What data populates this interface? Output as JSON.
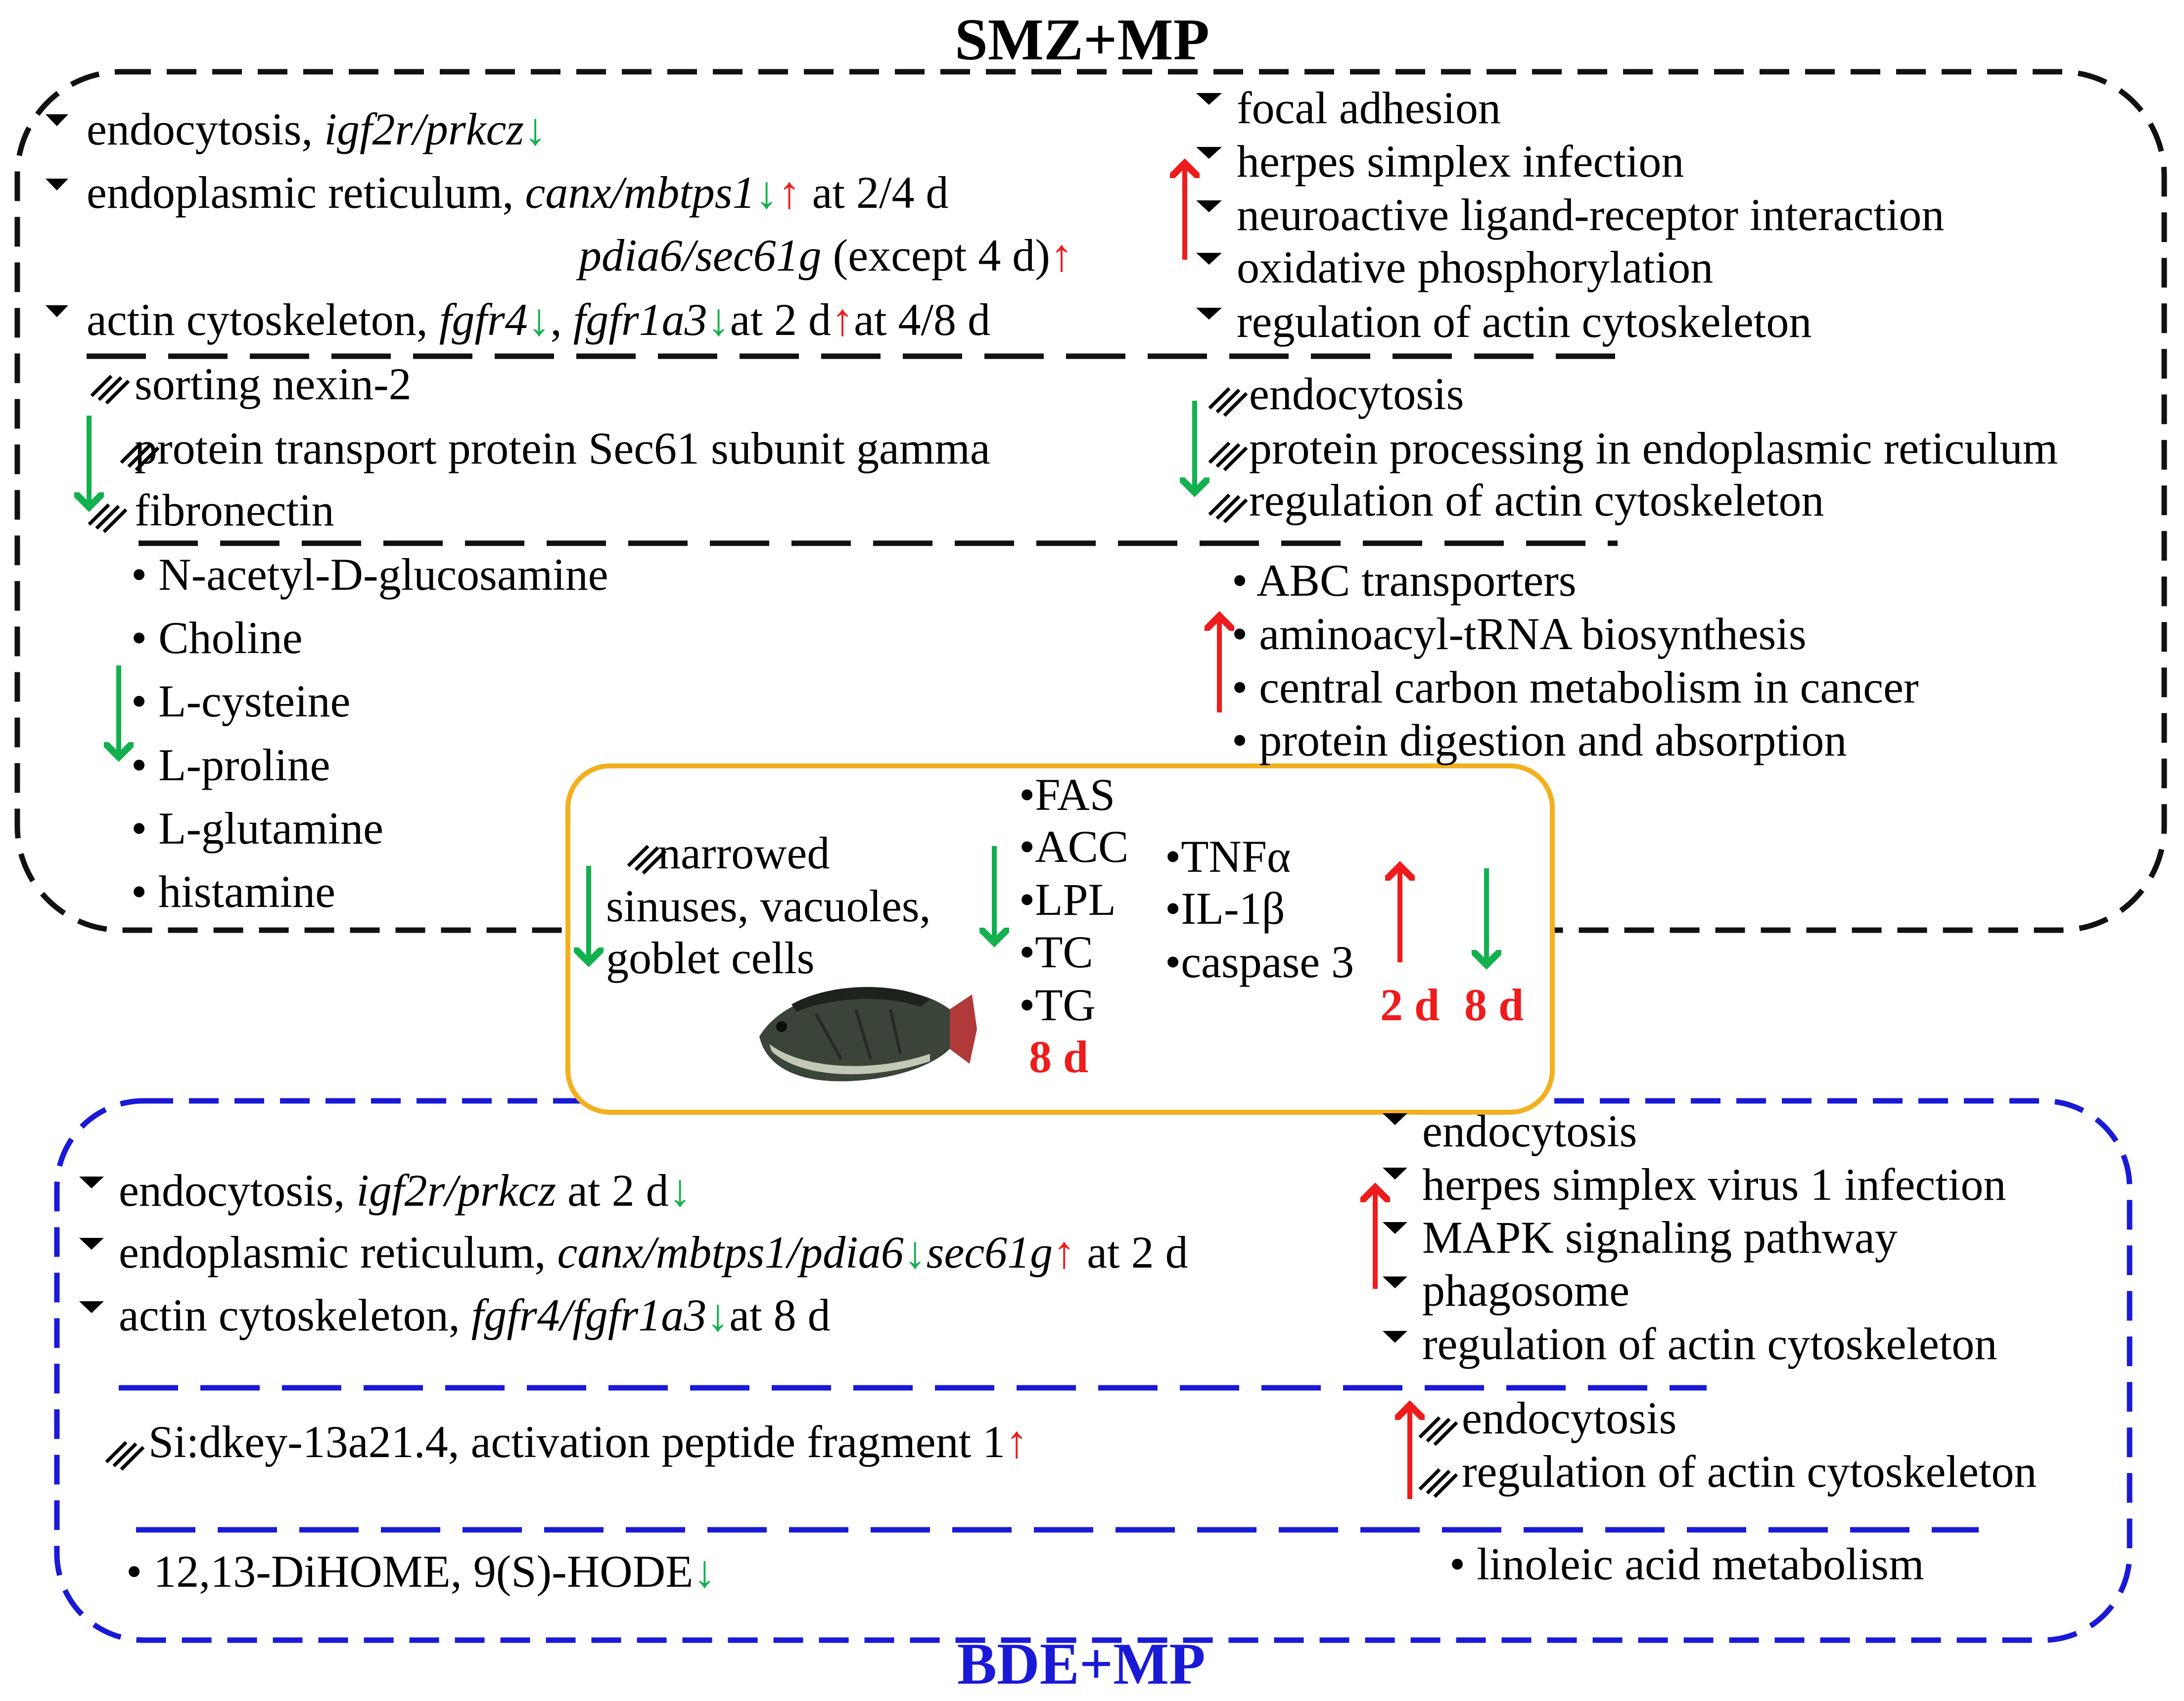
{
  "titles": {
    "top": "SMZ+MP",
    "bottom": "BDE+MP"
  },
  "colors": {
    "red": "#ee1c1c",
    "green": "#13b04e",
    "top_box": "#111111",
    "bottom_box": "#1a1ad6",
    "center_box": "#f2b01e"
  },
  "smz": {
    "left": {
      "endocytosis": {
        "prefix": "endocytosis, ",
        "genes": "igf2r/prkcz",
        "arrow": "↓"
      },
      "er": {
        "prefix": "endoplasmic reticulum, ",
        "genes1": "canx/mbtps1",
        "arrow1": "↓",
        "arrow2": "↑",
        "suffix1": " at 2/4 d",
        "genes2": "pdia6/sec61g",
        "suffix2": " (except 4 d)",
        "arrow3": "↑"
      },
      "actin": {
        "prefix": "actin cytoskeleton, ",
        "gene1": "fgfr4",
        "arrow1": "↓",
        "comma": ", ",
        "gene2": "fgfr1a3",
        "arrow2": "↓",
        "mid": "at 2 d",
        "arrow3": "↑",
        "suffix": "at 4/8 d"
      }
    },
    "right_pathways": [
      "focal adhesion",
      "herpes simplex infection",
      "neuroactive ligand-receptor interaction",
      "oxidative phosphorylation",
      "regulation of actin cytoskeleton"
    ],
    "proteins_left": [
      "sorting nexin-2",
      "protein transport protein Sec61 subunit gamma",
      "fibronectin"
    ],
    "proteins_right": [
      "endocytosis",
      "protein processing in endoplasmic reticulum",
      "regulation of actin cytoskeleton"
    ],
    "metabolites_left": [
      "N-acetyl-D-glucosamine",
      "Choline",
      "L-cysteine",
      "L-proline",
      "L-glutamine",
      "histamine"
    ],
    "metabolites_right": [
      "ABC transporters",
      "aminoacyl-tRNA biosynthesis",
      "central carbon metabolism in cancer",
      "protein digestion and absorption"
    ]
  },
  "center": {
    "histology": [
      "narrowed",
      "sinuses, vacuoles,",
      "goblet cells"
    ],
    "lipid_markers": [
      "FAS",
      "ACC",
      "LPL",
      "TC",
      "TG"
    ],
    "lipid_time": "8 d",
    "inflammation_markers": [
      "TNFα",
      "IL-1β",
      "caspase 3"
    ],
    "time_up": "2 d",
    "time_down": "8 d"
  },
  "bde": {
    "left": {
      "endocytosis": {
        "prefix": "endocytosis, ",
        "genes": "igf2r/prkcz",
        "suffix": " at 2 d",
        "arrow": "↓"
      },
      "er": {
        "prefix": "endoplasmic reticulum, ",
        "genes1": "canx/mbtps1/pdia6",
        "arrow1": "↓",
        "genes2": "sec61g",
        "arrow2": "↑",
        "suffix": " at 2 d"
      },
      "actin": {
        "prefix": "actin cytoskeleton, ",
        "genes": "fgfr4/fgfr1a3",
        "arrow": "↓",
        "suffix": "at 8 d"
      }
    },
    "right_pathways": [
      "endocytosis",
      "herpes simplex virus 1 infection",
      "MAPK signaling pathway",
      "phagosome",
      "regulation of actin cytoskeleton"
    ],
    "protein_left": {
      "text": "Si:dkey-13a21.4, activation peptide fragment 1",
      "arrow": "↑"
    },
    "proteins_right": [
      "endocytosis",
      "regulation of actin cytoskeleton"
    ],
    "metabolite_left": {
      "text": "12,13-DiHOME, 9(S)-HODE",
      "arrow": "↓"
    },
    "metabolite_right": "linoleic acid metabolism"
  }
}
